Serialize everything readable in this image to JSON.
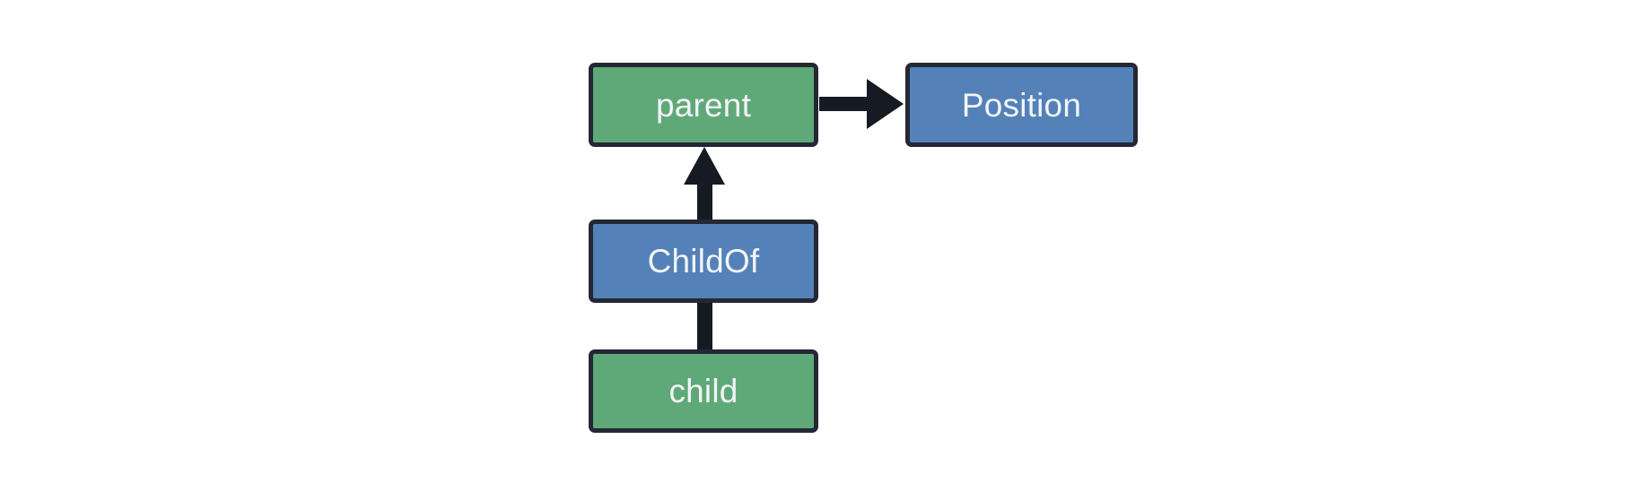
{
  "diagram": {
    "type": "entity-component-relationship-graph",
    "background_color": "#ffffff",
    "colors": {
      "entity_fill": "#5fa978",
      "component_fill": "#5482b8",
      "border": "#232834",
      "label_text": "#f2f4f7",
      "edge": "#161a22"
    },
    "nodes": [
      {
        "id": "parent",
        "label": "parent",
        "kind": "entity"
      },
      {
        "id": "position",
        "label": "Position",
        "kind": "component"
      },
      {
        "id": "childof",
        "label": "ChildOf",
        "kind": "component"
      },
      {
        "id": "child",
        "label": "child",
        "kind": "entity"
      }
    ],
    "edges": [
      {
        "from": "parent",
        "to": "position",
        "direction": "right",
        "arrowhead": true
      },
      {
        "from": "childof",
        "to": "parent",
        "direction": "up",
        "arrowhead": true
      },
      {
        "from": "child",
        "to": "childof",
        "direction": "up",
        "arrowhead": false
      }
    ]
  }
}
